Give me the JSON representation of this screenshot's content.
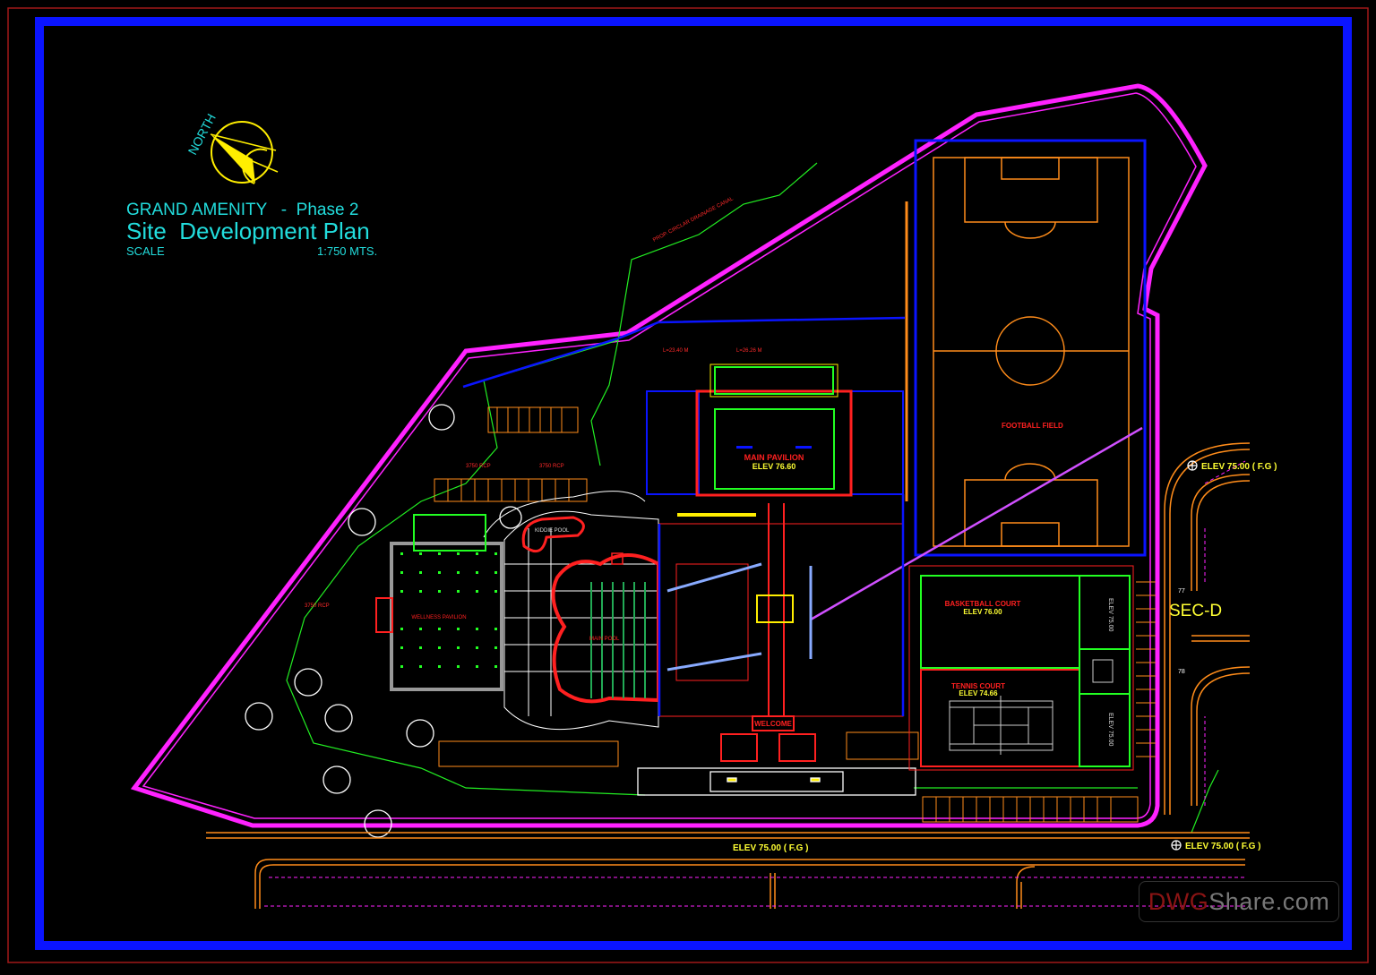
{
  "title_block": {
    "north_label": "NORTH",
    "project": "GRAND AMENITY   -  Phase 2",
    "title": "Site  Development Plan",
    "scale_label": "SCALE",
    "scale_value": "1:750 MTS."
  },
  "facilities": {
    "main_pavilion": {
      "name": "MAIN PAVILION",
      "elev": "ELEV 76.60"
    },
    "football_field": {
      "name": "FOOTBALL FIELD"
    },
    "basketball_court": {
      "name": "BASKETBALL COURT",
      "elev": "ELEV 76.00"
    },
    "tennis_court": {
      "name": "TENNIS COURT",
      "elev": "ELEV 74.66"
    },
    "side_court_1": {
      "elev": "ELEV 75.00"
    },
    "side_court_2": {
      "elev": "ELEV 75.00"
    },
    "wellness_pavilion": {
      "name": "WELLNESS PAVILION"
    },
    "kiddie_pool": {
      "name": "KIDDIE POOL"
    },
    "main_pool": {
      "name": "MAIN POOL"
    },
    "welcome": {
      "name": "WELCOME"
    }
  },
  "annotations": {
    "sector": "SEC-D",
    "grade_elev_east": "ELEV 75.00 ( F.G )",
    "grade_elev_south": "ELEV 75.00 ( F.G )",
    "grade_elev_southeast": "ELEV 75.00 ( F.G )",
    "lot_77": "77",
    "lot_78": "78"
  },
  "watermark": {
    "part1": "DWG",
    "part2": "Share.com"
  },
  "colors": {
    "frame": "#0a14ff",
    "property_line": "#ff22ff",
    "title_text": "#22dddd",
    "north_arrow": "#ffee00",
    "labels_red": "#ff2020",
    "labels_yellow": "#ffff33",
    "field_lines": "#ff8c1a",
    "walls_green": "#22ff22"
  }
}
